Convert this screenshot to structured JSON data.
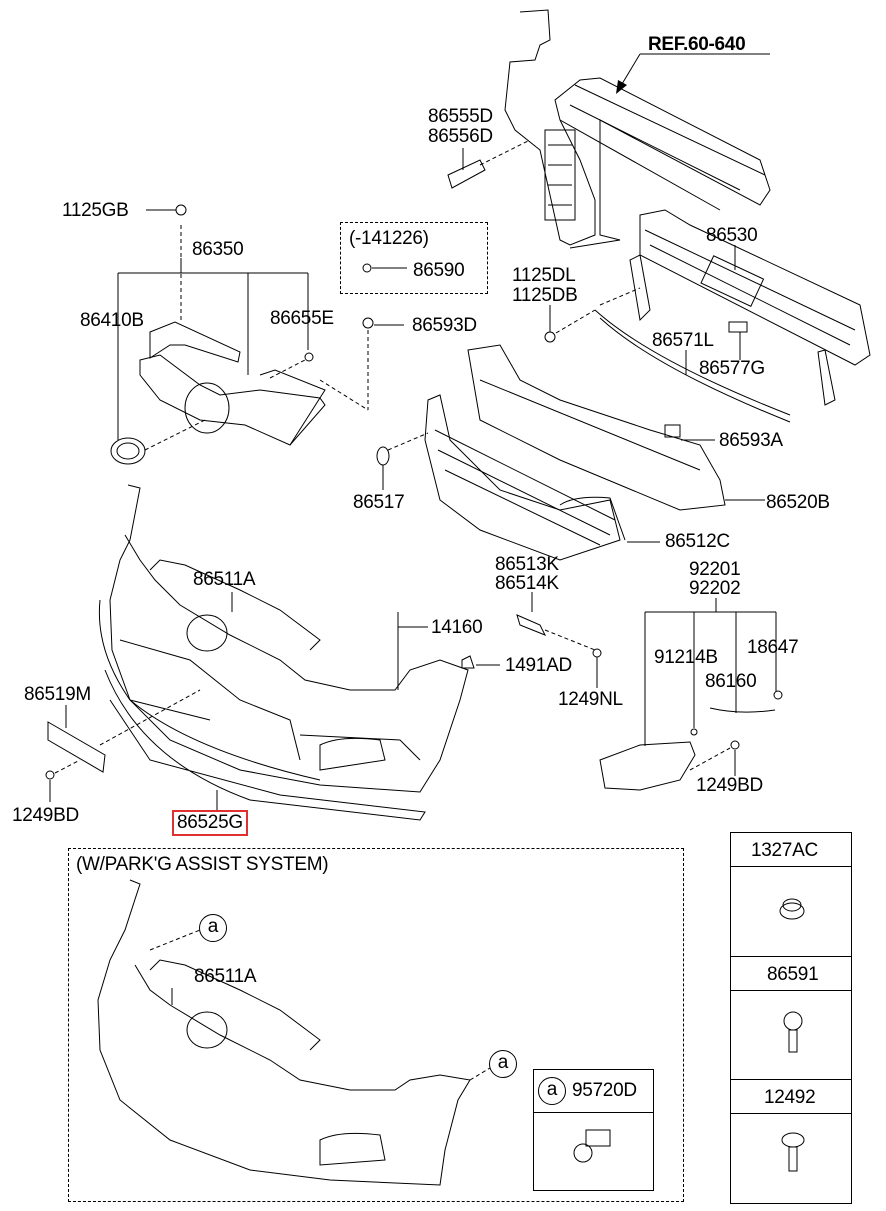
{
  "diagram": {
    "title_ref": "REF.60-640",
    "highlight_color": "#e03030",
    "labels": {
      "ref_86555D": "86555D",
      "ref_86556D": "86556D",
      "ref_1125GB": "1125GB",
      "ref_86350": "86350",
      "ref_141226": "(-141226)",
      "ref_86590": "86590",
      "ref_86530": "86530",
      "ref_1125DL": "1125DL",
      "ref_1125DB": "1125DB",
      "ref_86410B": "86410B",
      "ref_86655E": "86655E",
      "ref_86593D": "86593D",
      "ref_86571L": "86571L",
      "ref_86577G": "86577G",
      "ref_86593A": "86593A",
      "ref_86517": "86517",
      "ref_86520B": "86520B",
      "ref_86512C": "86512C",
      "ref_86511A": "86511A",
      "ref_86513K": "86513K",
      "ref_86514K": "86514K",
      "ref_92201": "92201",
      "ref_92202": "92202",
      "ref_14160": "14160",
      "ref_1491AD": "1491AD",
      "ref_91214B": "91214B",
      "ref_18647": "18647",
      "ref_86519M": "86519M",
      "ref_1249NL": "1249NL",
      "ref_86160": "86160",
      "ref_1249BD_left": "1249BD",
      "ref_1249BD_right": "1249BD",
      "ref_86525G": "86525G"
    },
    "inset_parking": {
      "title": "(W/PARK'G ASSIST SYSTEM)",
      "part_label": "86511A",
      "callout_marker": "a",
      "sensor_box": {
        "marker": "a",
        "part_number": "95720D"
      }
    },
    "fastener_table": [
      {
        "part_number": "1327AC",
        "icon": "flange-nut-icon"
      },
      {
        "part_number": "86591",
        "icon": "washer-screw-icon"
      },
      {
        "part_number": "12492",
        "icon": "tapping-screw-icon"
      }
    ]
  }
}
